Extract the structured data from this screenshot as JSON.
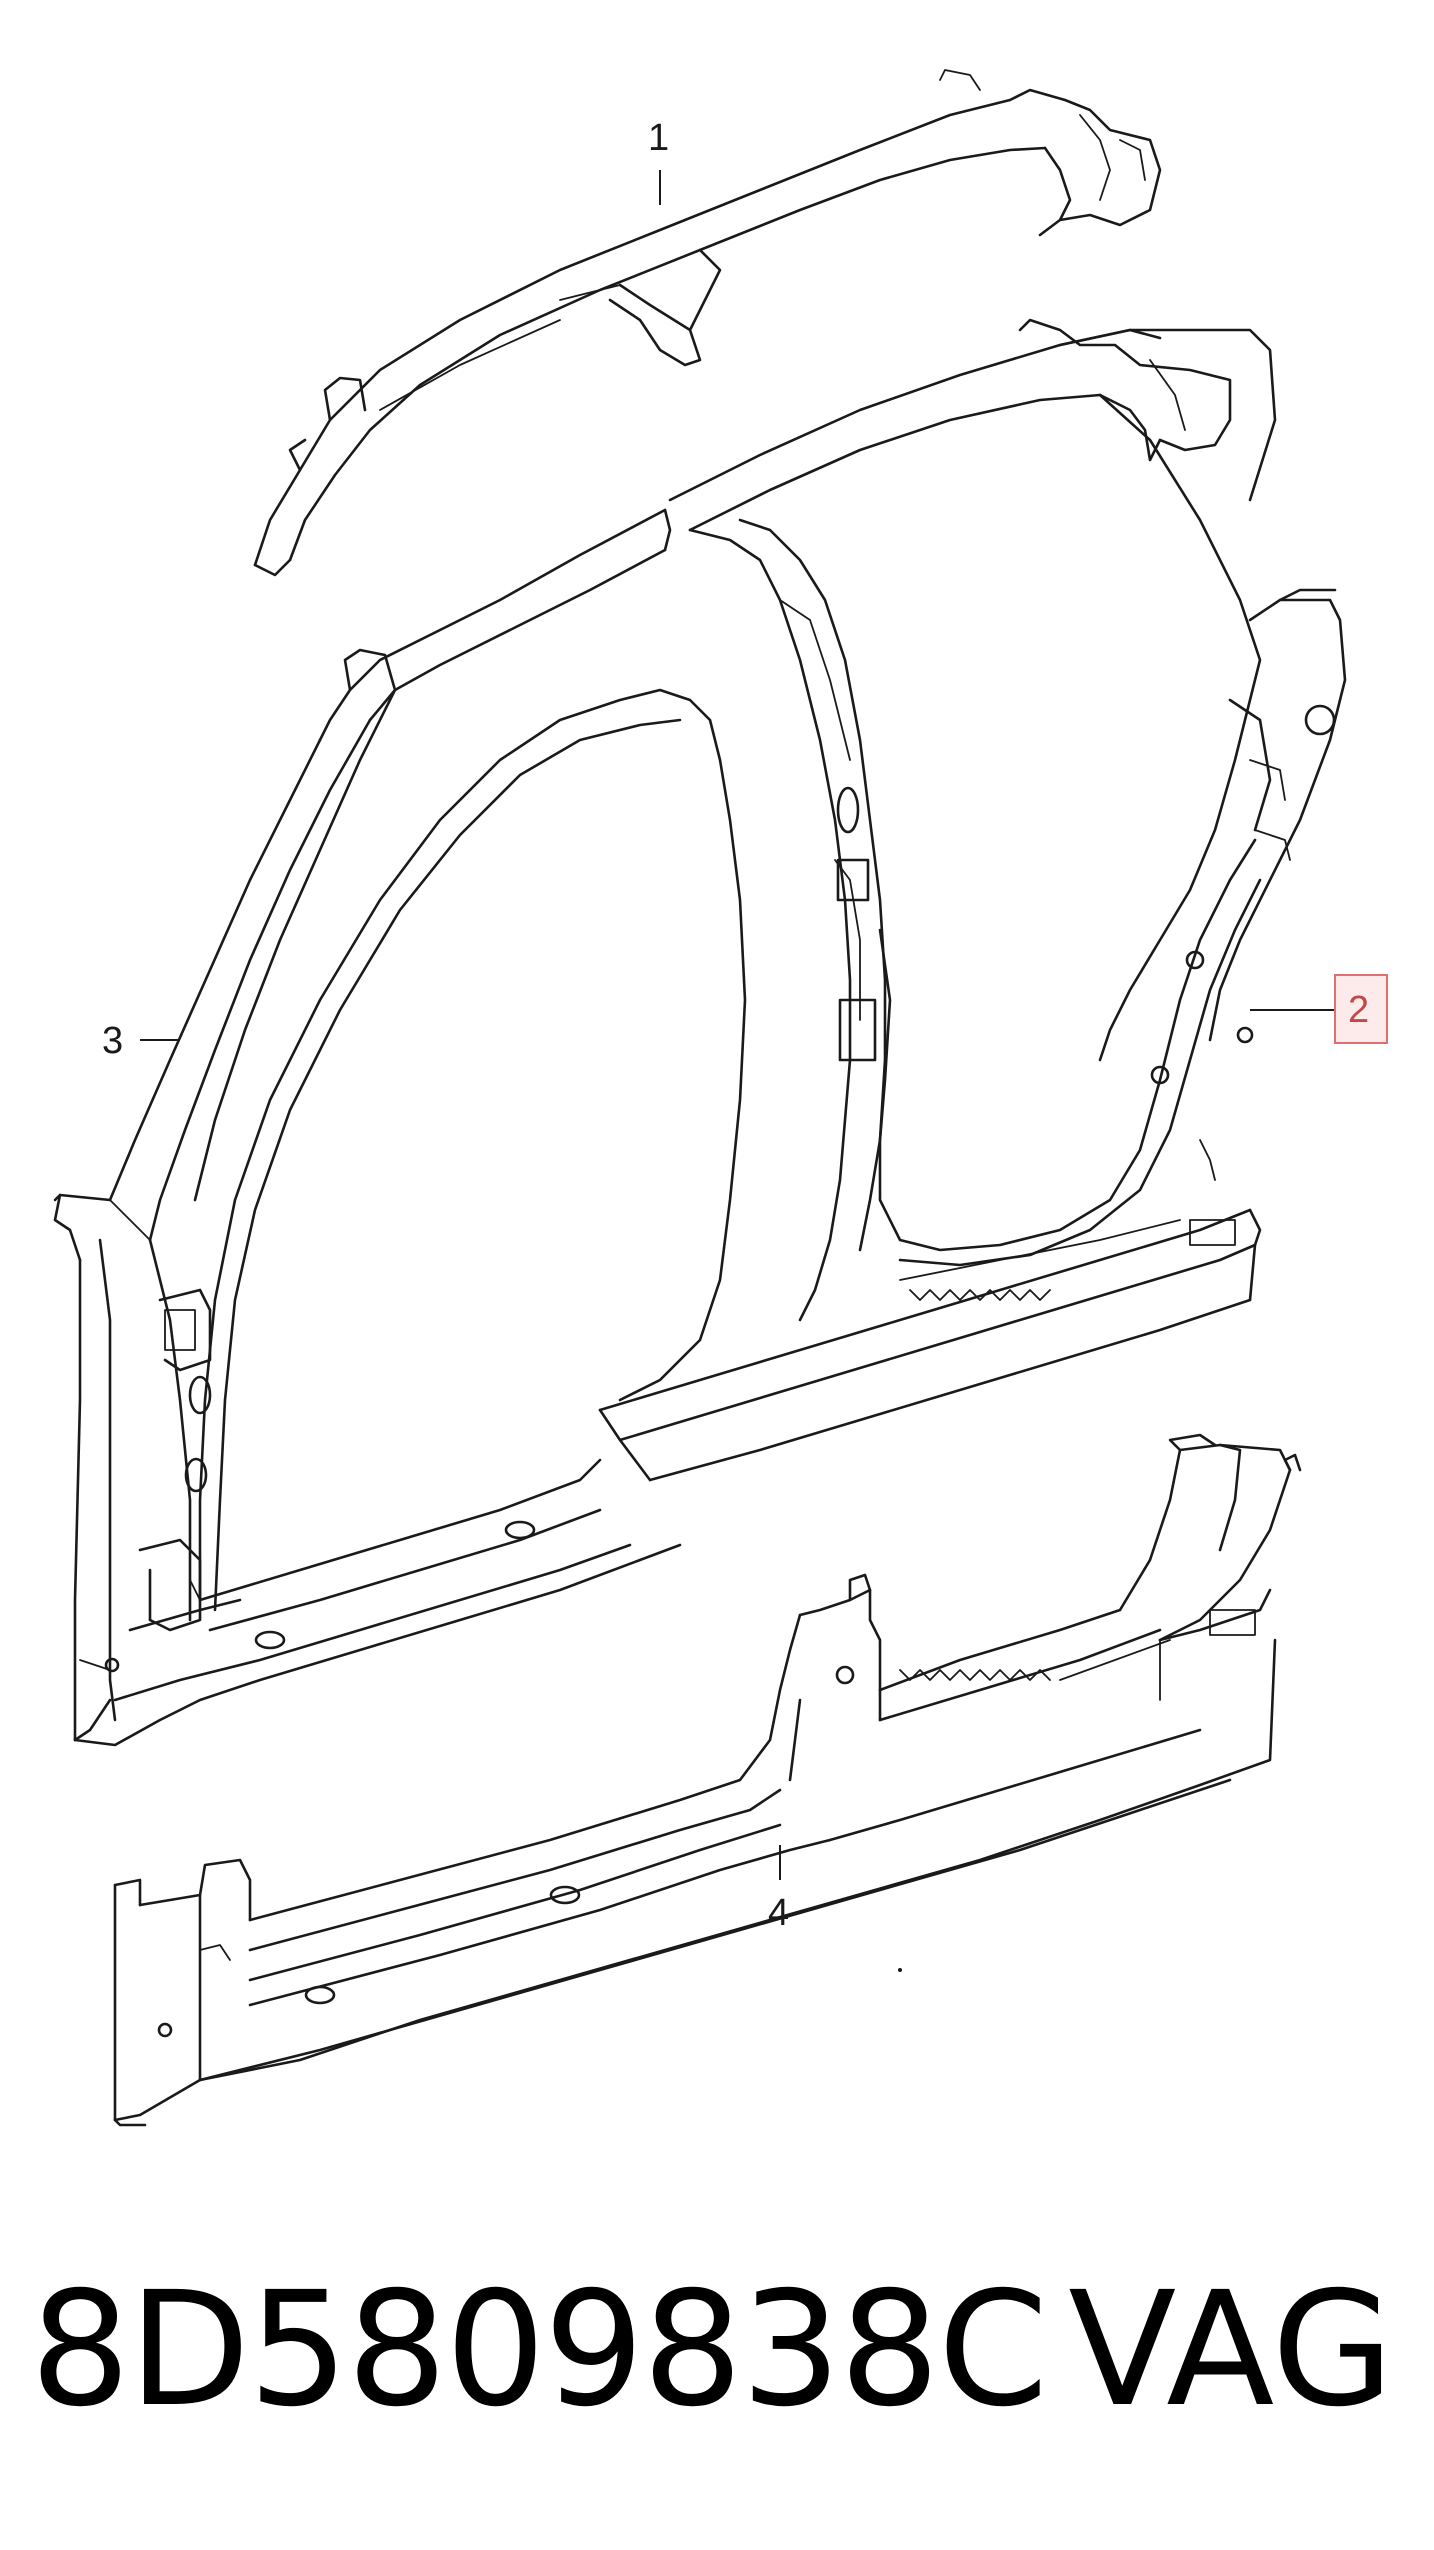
{
  "diagram": {
    "callouts": [
      {
        "id": "1",
        "label": "1",
        "highlighted": false
      },
      {
        "id": "2",
        "label": "2",
        "highlighted": true
      },
      {
        "id": "3",
        "label": "3",
        "highlighted": false
      },
      {
        "id": "4",
        "label": "4",
        "highlighted": false
      }
    ],
    "highlight_color": "#e07070"
  },
  "footer": {
    "part_number": "8D5809838C",
    "brand": "VAG"
  }
}
